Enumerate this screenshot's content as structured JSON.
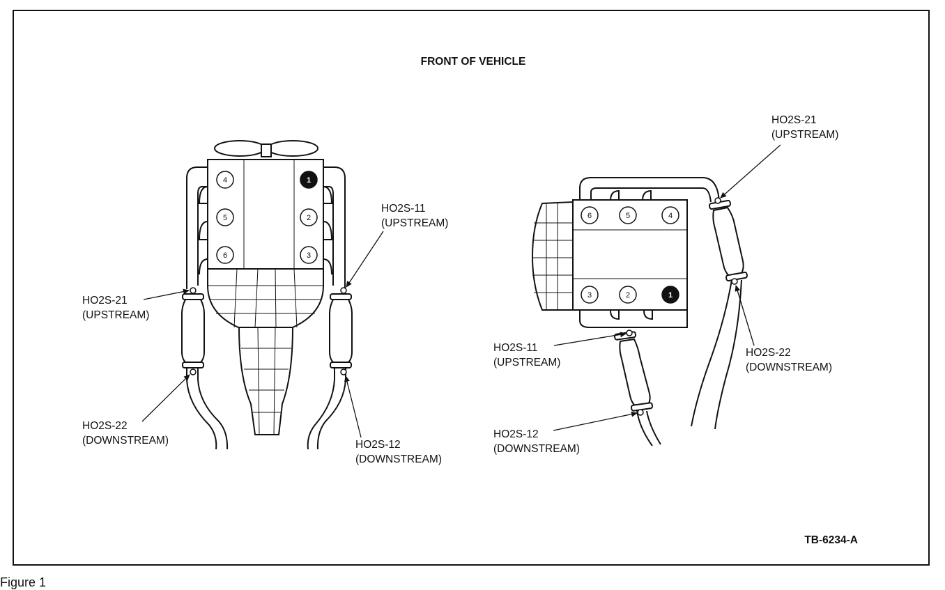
{
  "header": "FRONT OF VEHICLE",
  "figure_id": "TB-6234-A",
  "caption": "Figure 1",
  "left_view": {
    "labels": {
      "sensor_21_name": "HO2S-21",
      "sensor_21_pos": "(UPSTREAM)",
      "sensor_11_name": "HO2S-11",
      "sensor_11_pos": "(UPSTREAM)",
      "sensor_22_name": "HO2S-22",
      "sensor_22_pos": "(DOWNSTREAM)",
      "sensor_12_name": "HO2S-12",
      "sensor_12_pos": "(DOWNSTREAM)"
    },
    "cylinders": [
      "4",
      "5",
      "6",
      "1",
      "2",
      "3"
    ]
  },
  "right_view": {
    "labels": {
      "sensor_21_name": "HO2S-21",
      "sensor_21_pos": "(UPSTREAM)",
      "sensor_22_name": "HO2S-22",
      "sensor_22_pos": "(DOWNSTREAM)",
      "sensor_11_name": "HO2S-11",
      "sensor_11_pos": "(UPSTREAM)",
      "sensor_12_name": "HO2S-12",
      "sensor_12_pos": "(DOWNSTREAM)"
    },
    "cylinders": [
      "6",
      "5",
      "4",
      "3",
      "2",
      "1"
    ]
  }
}
